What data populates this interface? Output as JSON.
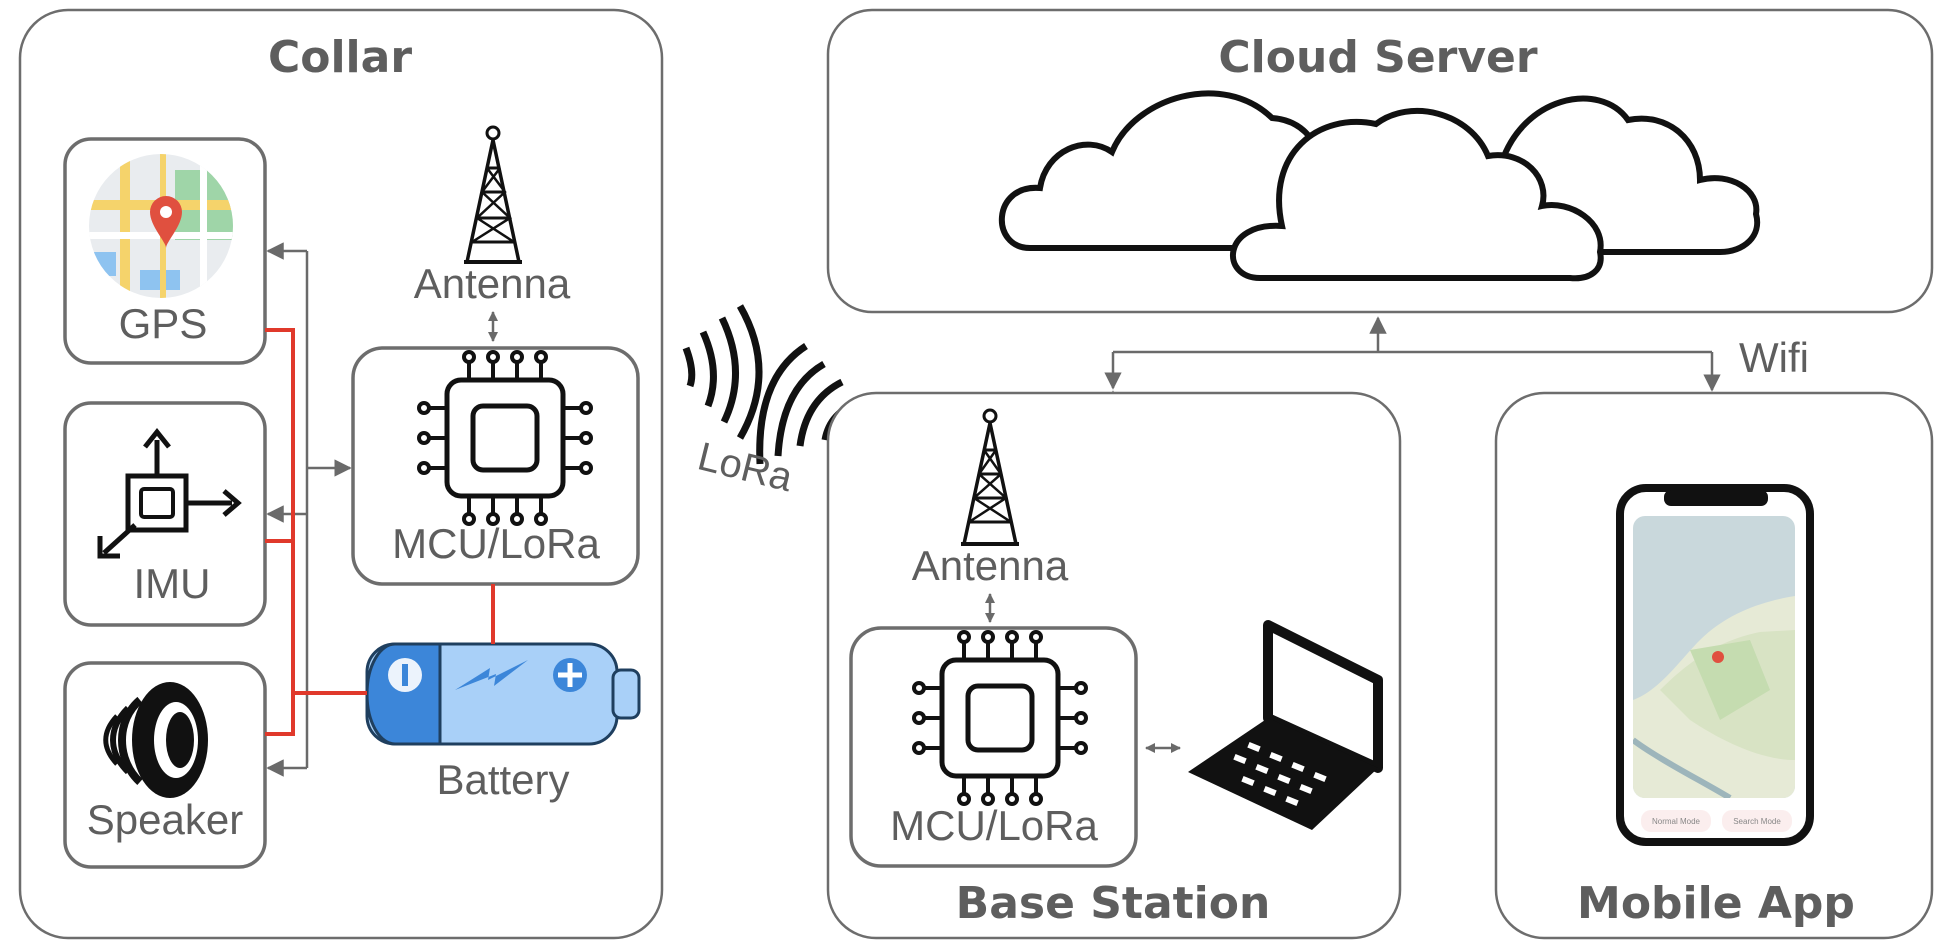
{
  "collar": {
    "title": "Collar",
    "gps_label": "GPS",
    "imu_label": "IMU",
    "speaker_label": "Speaker",
    "antenna_label": "Antenna",
    "mcu_label": "MCU/LoRa",
    "battery_label": "Battery"
  },
  "lora_label": "LoRa",
  "cloud": {
    "title": "Cloud Server"
  },
  "wifi_label": "Wifi",
  "base_station": {
    "title": "Base Station",
    "antenna_label": "Antenna",
    "mcu_label": "MCU/LoRa"
  },
  "mobile_app": {
    "title": "Mobile App",
    "normal_mode_label": "Normal Mode",
    "search_mode_label": "Search Mode"
  },
  "colors": {
    "panel_border": "#6d6d6d",
    "text": "#5e5e5e",
    "power_line": "#e0392b",
    "battery_blue": "#3c86d9",
    "battery_light": "#a9d0f8"
  }
}
